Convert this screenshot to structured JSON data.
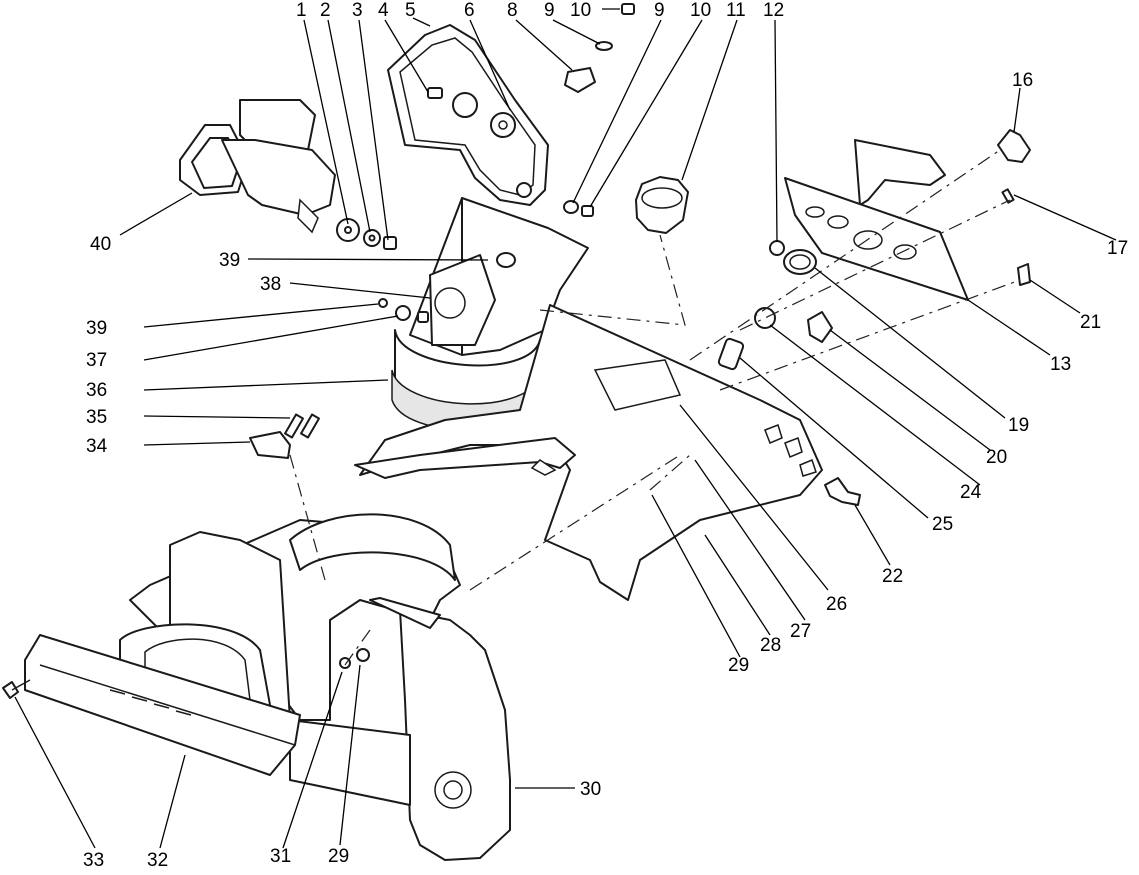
{
  "callouts": [
    {
      "id": "c1",
      "text": "1"
    },
    {
      "id": "c2",
      "text": "2"
    },
    {
      "id": "c3",
      "text": "3"
    },
    {
      "id": "c4",
      "text": "4"
    },
    {
      "id": "c5",
      "text": "5"
    },
    {
      "id": "c6",
      "text": "6"
    },
    {
      "id": "c8",
      "text": "8"
    },
    {
      "id": "c9a",
      "text": "9"
    },
    {
      "id": "c10a",
      "text": "10"
    },
    {
      "id": "c9b",
      "text": "9"
    },
    {
      "id": "c10b",
      "text": "10"
    },
    {
      "id": "c11",
      "text": "11"
    },
    {
      "id": "c12",
      "text": "12"
    },
    {
      "id": "c16",
      "text": "16"
    },
    {
      "id": "c17",
      "text": "17"
    },
    {
      "id": "c21",
      "text": "21"
    },
    {
      "id": "c13",
      "text": "13"
    },
    {
      "id": "c19",
      "text": "19"
    },
    {
      "id": "c20",
      "text": "20"
    },
    {
      "id": "c24",
      "text": "24"
    },
    {
      "id": "c25",
      "text": "25"
    },
    {
      "id": "c22",
      "text": "22"
    },
    {
      "id": "c26",
      "text": "26"
    },
    {
      "id": "c27",
      "text": "27"
    },
    {
      "id": "c28",
      "text": "28"
    },
    {
      "id": "c29a",
      "text": "29"
    },
    {
      "id": "c40",
      "text": "40"
    },
    {
      "id": "c39a",
      "text": "39"
    },
    {
      "id": "c38",
      "text": "38"
    },
    {
      "id": "c39b",
      "text": "39"
    },
    {
      "id": "c37",
      "text": "37"
    },
    {
      "id": "c36",
      "text": "36"
    },
    {
      "id": "c35",
      "text": "35"
    },
    {
      "id": "c34",
      "text": "34"
    },
    {
      "id": "c30",
      "text": "30"
    },
    {
      "id": "c33",
      "text": "33"
    },
    {
      "id": "c32",
      "text": "32"
    },
    {
      "id": "c31",
      "text": "31"
    },
    {
      "id": "c29b",
      "text": "29"
    }
  ]
}
